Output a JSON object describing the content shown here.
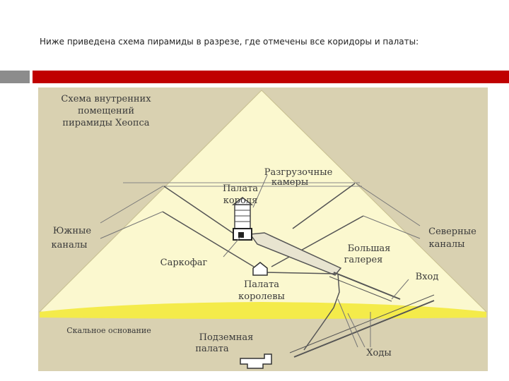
{
  "caption": "Ниже приведена схема пирамиды в разрезе, где отмечены все коридоры и палаты:",
  "diagram": {
    "title": [
      "Схема внутренних",
      "помещений",
      "пирамиды Хеопса"
    ],
    "labels": {
      "relieving_chambers": [
        "Разгрузочные",
        "камеры"
      ],
      "kings_chamber": [
        "Палата",
        "короля"
      ],
      "southern_shafts": [
        "Южные",
        "каналы"
      ],
      "northern_shafts": [
        "Северные",
        "каналы"
      ],
      "sarcophagus": "Саркофаг",
      "grand_gallery": [
        "Большая",
        "галерея"
      ],
      "entrance": "Вход",
      "queens_chamber": [
        "Палата",
        "королевы"
      ],
      "bedrock": "Скальное основание",
      "subterranean_chamber": [
        "Подземная",
        "палата"
      ],
      "passages": "Ходы"
    },
    "colors": {
      "background": "#d9d1b1",
      "pyramid": "#fbf8cf",
      "bedrock": "#f4eb4a",
      "lines": "#5a5a5a",
      "accent_red": "#c00000"
    }
  }
}
